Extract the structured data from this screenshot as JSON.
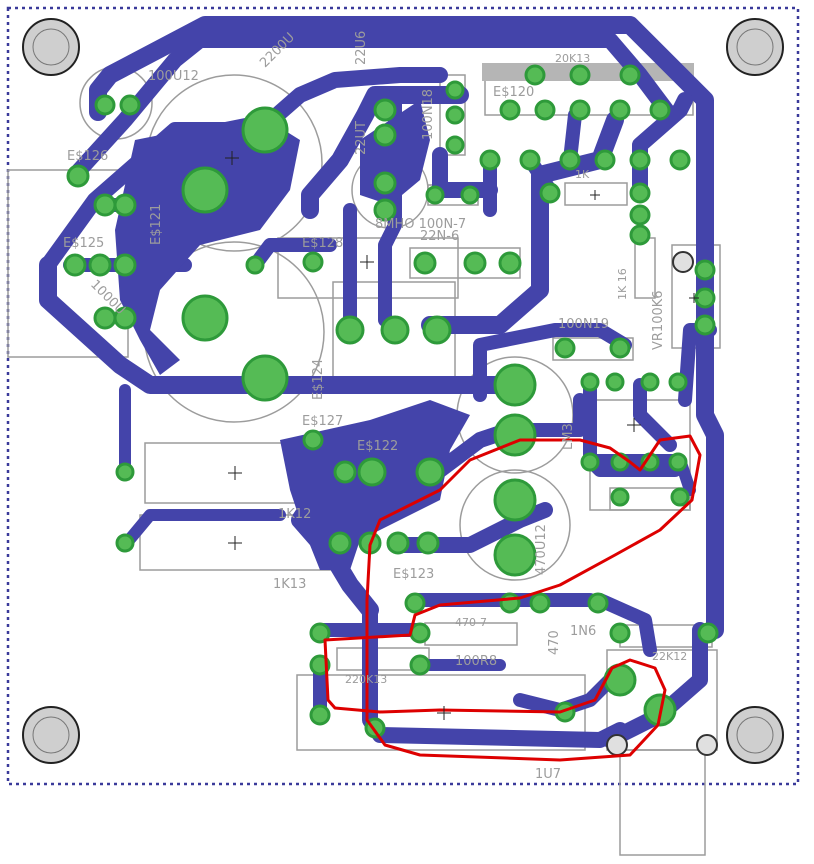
{
  "board": {
    "outline_color": "#3a3a9a",
    "copper_color": "#4444aa",
    "pad_color": "#2e9a3a",
    "pad_fill": "#55bb55",
    "silk_color": "#9c9c9c",
    "highlight_color": "#dd0000"
  },
  "labels": {
    "c_22000u": "2200U",
    "c_22u6": "22U6",
    "c_20k13": "20K13",
    "c_100u12": "100U12",
    "es126": "E$126",
    "es125": "E$125",
    "es121": "E$121",
    "c_22u": "22UT",
    "c_100n18": "100N18",
    "es120": "E$120",
    "c_1k": "1K",
    "c_8mho": "8MHO 100N-7",
    "c_22n6": "22N-6",
    "es128": "E$128",
    "c_1k16": "1K 16",
    "vr100k6": "VR100K6",
    "c_1000u": "1000U",
    "c_100n19": "100N19",
    "es124": "E$124",
    "es127": "E$127",
    "es122": "E$122",
    "lm3": "LM3",
    "c_470u12": "470U12",
    "c_1k12": "1K12",
    "c_1k13": "1K13",
    "es123": "E$123",
    "c_470_7": "470-7",
    "c_470": "470",
    "c_1n6": "1N6",
    "c_22k12": "22K12",
    "c_100r8": "100R8",
    "c_220k13": "220K13",
    "c_1u7": "1U7"
  }
}
